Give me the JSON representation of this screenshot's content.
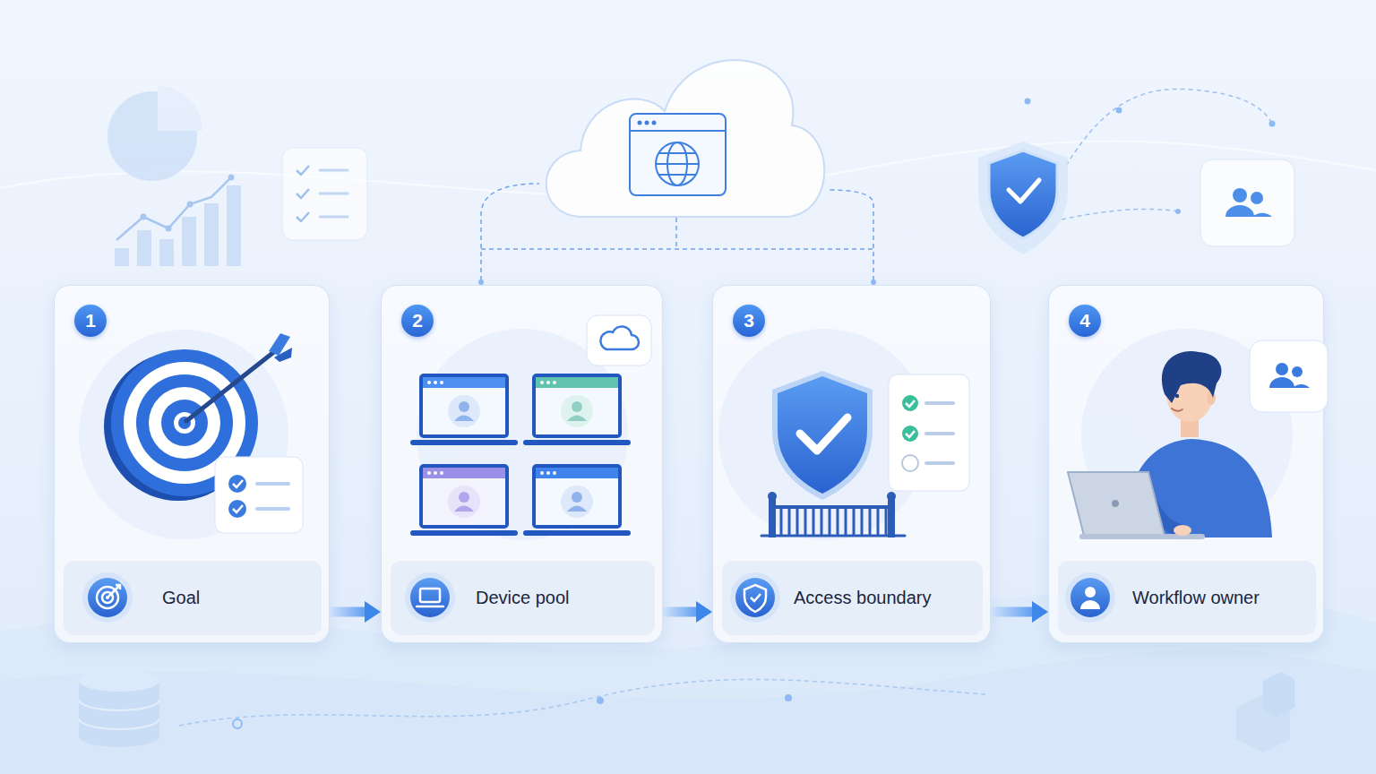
{
  "diagram": {
    "nodes": [
      {
        "text": [
          "1"
        ]
      },
      {
        "text": [
          "Goal"
        ],
        "in": 0
      },
      {
        "text": [
          "2"
        ]
      },
      {
        "text": [
          "Device pool"
        ],
        "in": 2
      },
      {
        "text": [
          "3"
        ]
      },
      {
        "text": [
          "Access boundary"
        ],
        "in": 4
      },
      {
        "text": [
          "4"
        ]
      },
      {
        "text": [
          "Workflow owner"
        ],
        "in": 6
      }
    ],
    "edges": [
      {
        "from": 0,
        "to": 2,
        "arrow": "to"
      },
      {
        "from": 2,
        "to": 4,
        "arrow": "to"
      },
      {
        "from": 4,
        "to": 6,
        "arrow": "to"
      }
    ]
  }
}
